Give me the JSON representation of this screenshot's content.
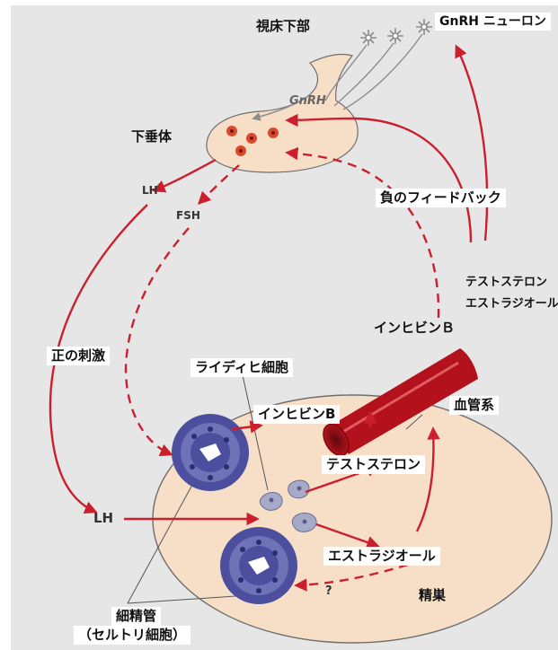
{
  "labels": {
    "hypothalamus": "視床下部",
    "gnrh_neuron": "GnRH ニューロン",
    "gnrh": "GnRH",
    "pituitary": "下垂体",
    "lh_top": "LH",
    "fsh": "FSH",
    "negative_feedback": "負のフィードバック",
    "testosterone_top": "テストステロン",
    "estradiol_top": "エストラジオール",
    "inhibin_b_right": "インヒビンＢ",
    "positive_stimulus": "正の刺激",
    "leydig_cell": "ライディヒ細胞",
    "vascular_system": "血管系",
    "inhibin_b_testis": "インヒビンB",
    "testosterone_testis": "テストステロン",
    "lh_bottom": "LH",
    "estradiol_testis": "エストラジオール",
    "question": "?",
    "testis": "精巣",
    "seminiferous_tubule": "細精管",
    "sertoli_cell": "（セルトリ細胞）"
  },
  "colors": {
    "background_panel": "#e6e6e6",
    "tissue_fill": "#f7dec7",
    "tissue_stroke": "#6e6e6e",
    "arrow_red": "#cc1f2e",
    "vessel_red": "#b3121c",
    "tubule_blue": "#4b4f9e",
    "neuron_grey": "#8c8c8c"
  }
}
